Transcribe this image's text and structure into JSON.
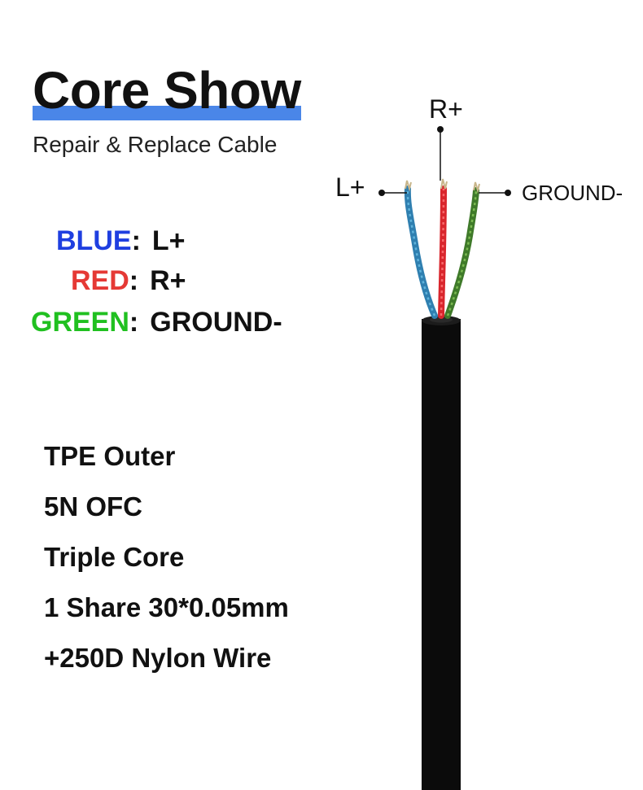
{
  "title": "Core Show",
  "subtitle": "Repair & Replace Cable",
  "legend": [
    {
      "color_name": "BLUE",
      "separator": ":",
      "signal": "L+",
      "color": "#1f3fe0"
    },
    {
      "color_name": "RED",
      "separator": ":",
      "signal": "R+",
      "color": "#e53935"
    },
    {
      "color_name": "GREEN",
      "separator": ":",
      "signal": "GROUND-",
      "color": "#20c020"
    }
  ],
  "specs": [
    "TPE Outer",
    "5N OFC",
    "Triple Core",
    "1 Share 30*0.05mm",
    "+250D Nylon Wire"
  ],
  "diagram": {
    "labels": {
      "left": "L+",
      "center": "R+",
      "right": "GROUND-"
    },
    "wire_colors": {
      "blue": "#3a8fc0",
      "red": "#e0333a",
      "green": "#4a8a32",
      "jacket": "#0b0b0b"
    }
  },
  "accent": "#4a86e8"
}
